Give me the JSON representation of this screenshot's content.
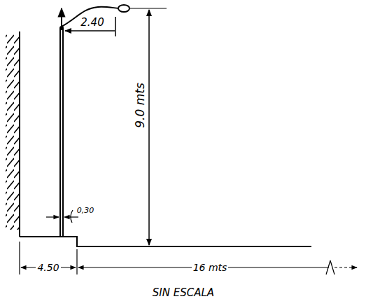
{
  "diagram": {
    "labels": [
      "2.40",
      "9.0 mts",
      "0,30",
      "4.50",
      "16 mts",
      "SIN ESCALA"
    ]
  }
}
